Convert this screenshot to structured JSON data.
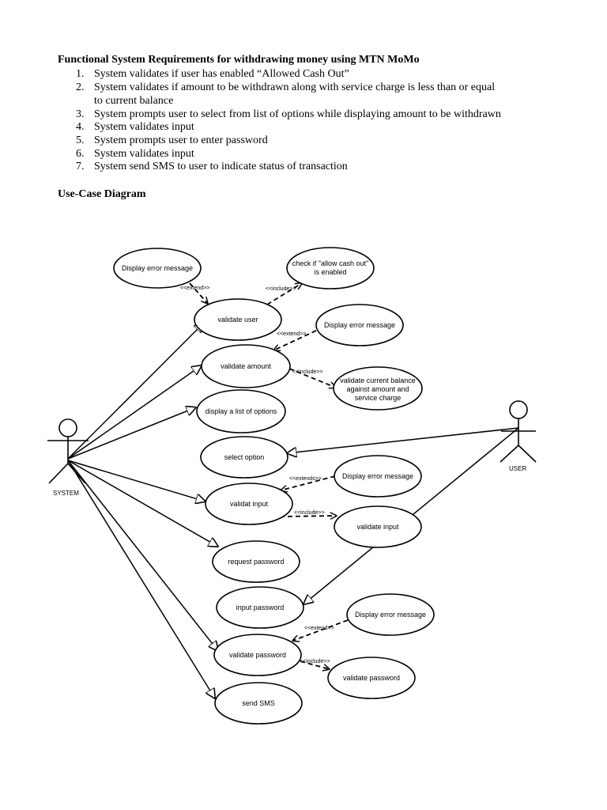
{
  "document": {
    "title": "Functional System Requirements for withdrawing money using MTN MoMo",
    "requirements": [
      {
        "num": "1.",
        "lines": [
          "System validates if user has enabled “Allowed Cash Out”"
        ]
      },
      {
        "num": "2.",
        "lines": [
          "System validates if amount to be withdrawn along with service charge is less than or equal",
          "to current balance"
        ]
      },
      {
        "num": "3.",
        "lines": [
          "System prompts user to select from list of options while displaying amount to be withdrawn"
        ]
      },
      {
        "num": "4.",
        "lines": [
          "System validates input"
        ]
      },
      {
        "num": "5.",
        "lines": [
          "System prompts user to enter password"
        ]
      },
      {
        "num": "6.",
        "lines": [
          "System validates input"
        ]
      },
      {
        "num": "7.",
        "lines": [
          "System send SMS to user to indicate status of transaction"
        ]
      }
    ],
    "diagram_heading": "Use-Case Diagram"
  },
  "diagram": {
    "actors": {
      "system": "SYSTEM",
      "user": "USER"
    },
    "use_cases": {
      "uc_err1": [
        "Display error message"
      ],
      "uc_check": [
        "check if \"allow cash out\"",
        "is enabled"
      ],
      "uc_validate_user": [
        "validate user"
      ],
      "uc_err2": [
        "Display error message"
      ],
      "uc_validate_amount": [
        "validate amount"
      ],
      "uc_validate_balance": [
        "validate current balance",
        "against amount and",
        "service charge"
      ],
      "uc_display_options": [
        "display a list of options"
      ],
      "uc_select_option": [
        "select option"
      ],
      "uc_err3": [
        "Display error message"
      ],
      "uc_validat_input": [
        "validat input"
      ],
      "uc_validate_input": [
        "validate input"
      ],
      "uc_request_password": [
        "request password"
      ],
      "uc_input_password": [
        "input password"
      ],
      "uc_err4": [
        "Display error message"
      ],
      "uc_validate_password": [
        "validate password"
      ],
      "uc_validate_password2": [
        "validate password"
      ],
      "uc_send_sms": [
        "send SMS"
      ]
    },
    "stereotypes": {
      "s1": "<<extend>>",
      "s2": "<<include>>",
      "s3": "<<extend>>",
      "s4": "<<include>>",
      "s5": "<<extends>>",
      "s6": "<<include>>",
      "s7": "<<extend>>",
      "s8": "<<include>>"
    }
  }
}
